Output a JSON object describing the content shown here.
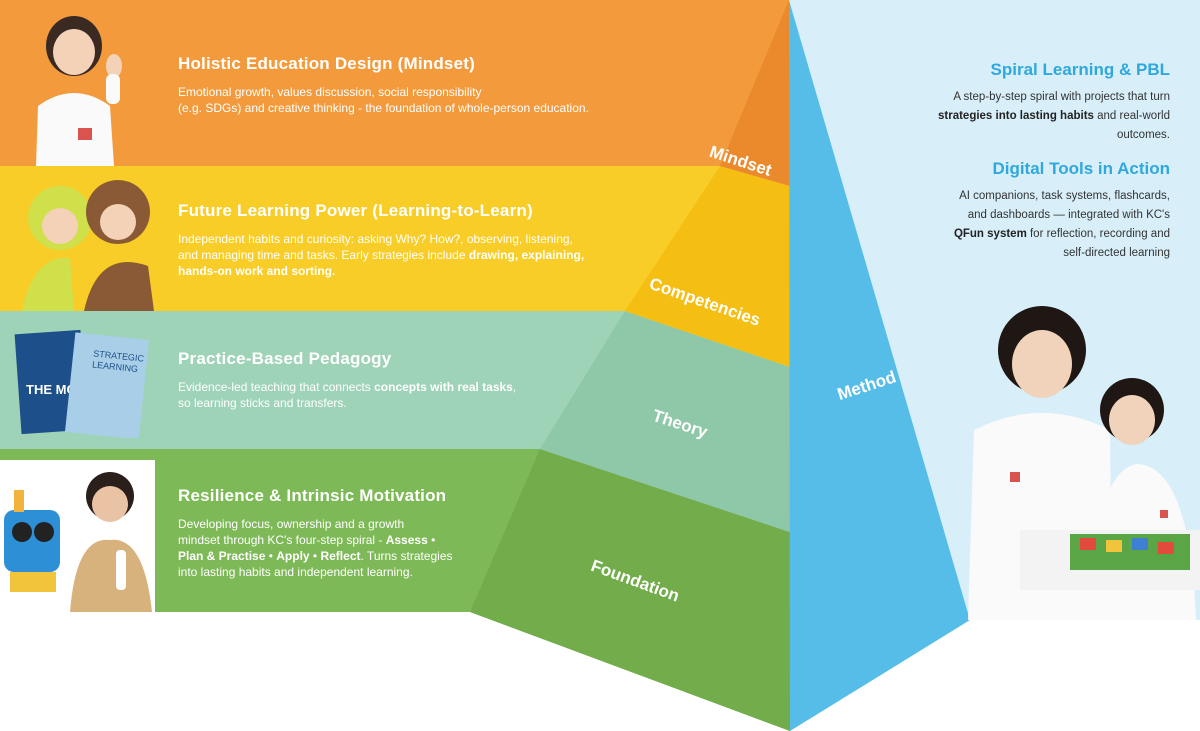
{
  "colors": {
    "mindset": "#f29a3c",
    "mindset_dark": "#ea8a2c",
    "competencies": "#f9cd27",
    "competencies_dark": "#f5be13",
    "theory": "#9fd3b7",
    "theory_dark": "#8ec8a8",
    "foundation": "#7eb957",
    "foundation_dark": "#72ac4b",
    "method": "#55bde8",
    "method_panel": "#d8eff9",
    "heading_blue": "#2fa8de"
  },
  "icons": [
    "child-thumbs-up-photo",
    "costumed-children-photo",
    "books-photo",
    "robot-toy-child-photo",
    "teacher-child-lego-photo"
  ],
  "layers": [
    {
      "title": "Holistic Education Design (Mindset)",
      "parts": [
        {
          "t": "Emotional growth, values discussion, social responsibility\n (e.g. SDGs) and creative thinking - the foundation of whole-person education.",
          "b": false
        }
      ]
    },
    {
      "title": "Future Learning Power (Learning-to-Learn)",
      "parts": [
        {
          "t": "Independent habits and curiosity: asking Why? How?, observing, listening,\nand managing time and tasks. Early strategies include ",
          "b": false
        },
        {
          "t": "drawing, explaining,\nhands-on work and sorting.",
          "b": true
        }
      ]
    },
    {
      "title": "Practice-Based Pedagogy",
      "parts": [
        {
          "t": "Evidence-led teaching that connects ",
          "b": false
        },
        {
          "t": "concepts with real tasks",
          "b": true
        },
        {
          "t": ",\nso learning sticks and transfers.",
          "b": false
        }
      ]
    },
    {
      "title": "Resilience & Intrinsic Motivation",
      "parts": [
        {
          "t": "Developing focus, ownership and a growth\nmindset through KC's four-step spiral - ",
          "b": false
        },
        {
          "t": "Assess",
          "b": true
        },
        {
          "t": " •\n",
          "b": false
        },
        {
          "t": "Plan & Practise",
          "b": true
        },
        {
          "t": " • ",
          "b": false
        },
        {
          "t": "Apply",
          "b": true
        },
        {
          "t": " • ",
          "b": false
        },
        {
          "t": "Reflect",
          "b": true
        },
        {
          "t": ". Turns strategies\ninto lasting habits and independent learning.",
          "b": false
        }
      ]
    }
  ],
  "side_labels": {
    "mindset": "Mindset",
    "competencies": "Competencies",
    "theory": "Theory",
    "foundation": "Foundation",
    "method": "Method"
  },
  "right": [
    {
      "title": "Spiral Learning & PBL",
      "parts": [
        {
          "t": "A step-by-step spiral with projects that turn\n",
          "b": false
        },
        {
          "t": "strategies into lasting habits",
          "b": true
        },
        {
          "t": " and real-world\noutcomes.",
          "b": false
        }
      ]
    },
    {
      "title": "Digital Tools in Action",
      "parts": [
        {
          "t": "AI companions, task systems, flashcards,\nand dashboards — integrated with KC's\n",
          "b": false
        },
        {
          "t": "QFun system",
          "b": true
        },
        {
          "t": " for reflection, recording and\nself-directed learning",
          "b": false
        }
      ]
    }
  ],
  "book_spines": {
    "book1": "THE MCKIN",
    "book2": "STRATEGIC LEARNING"
  }
}
